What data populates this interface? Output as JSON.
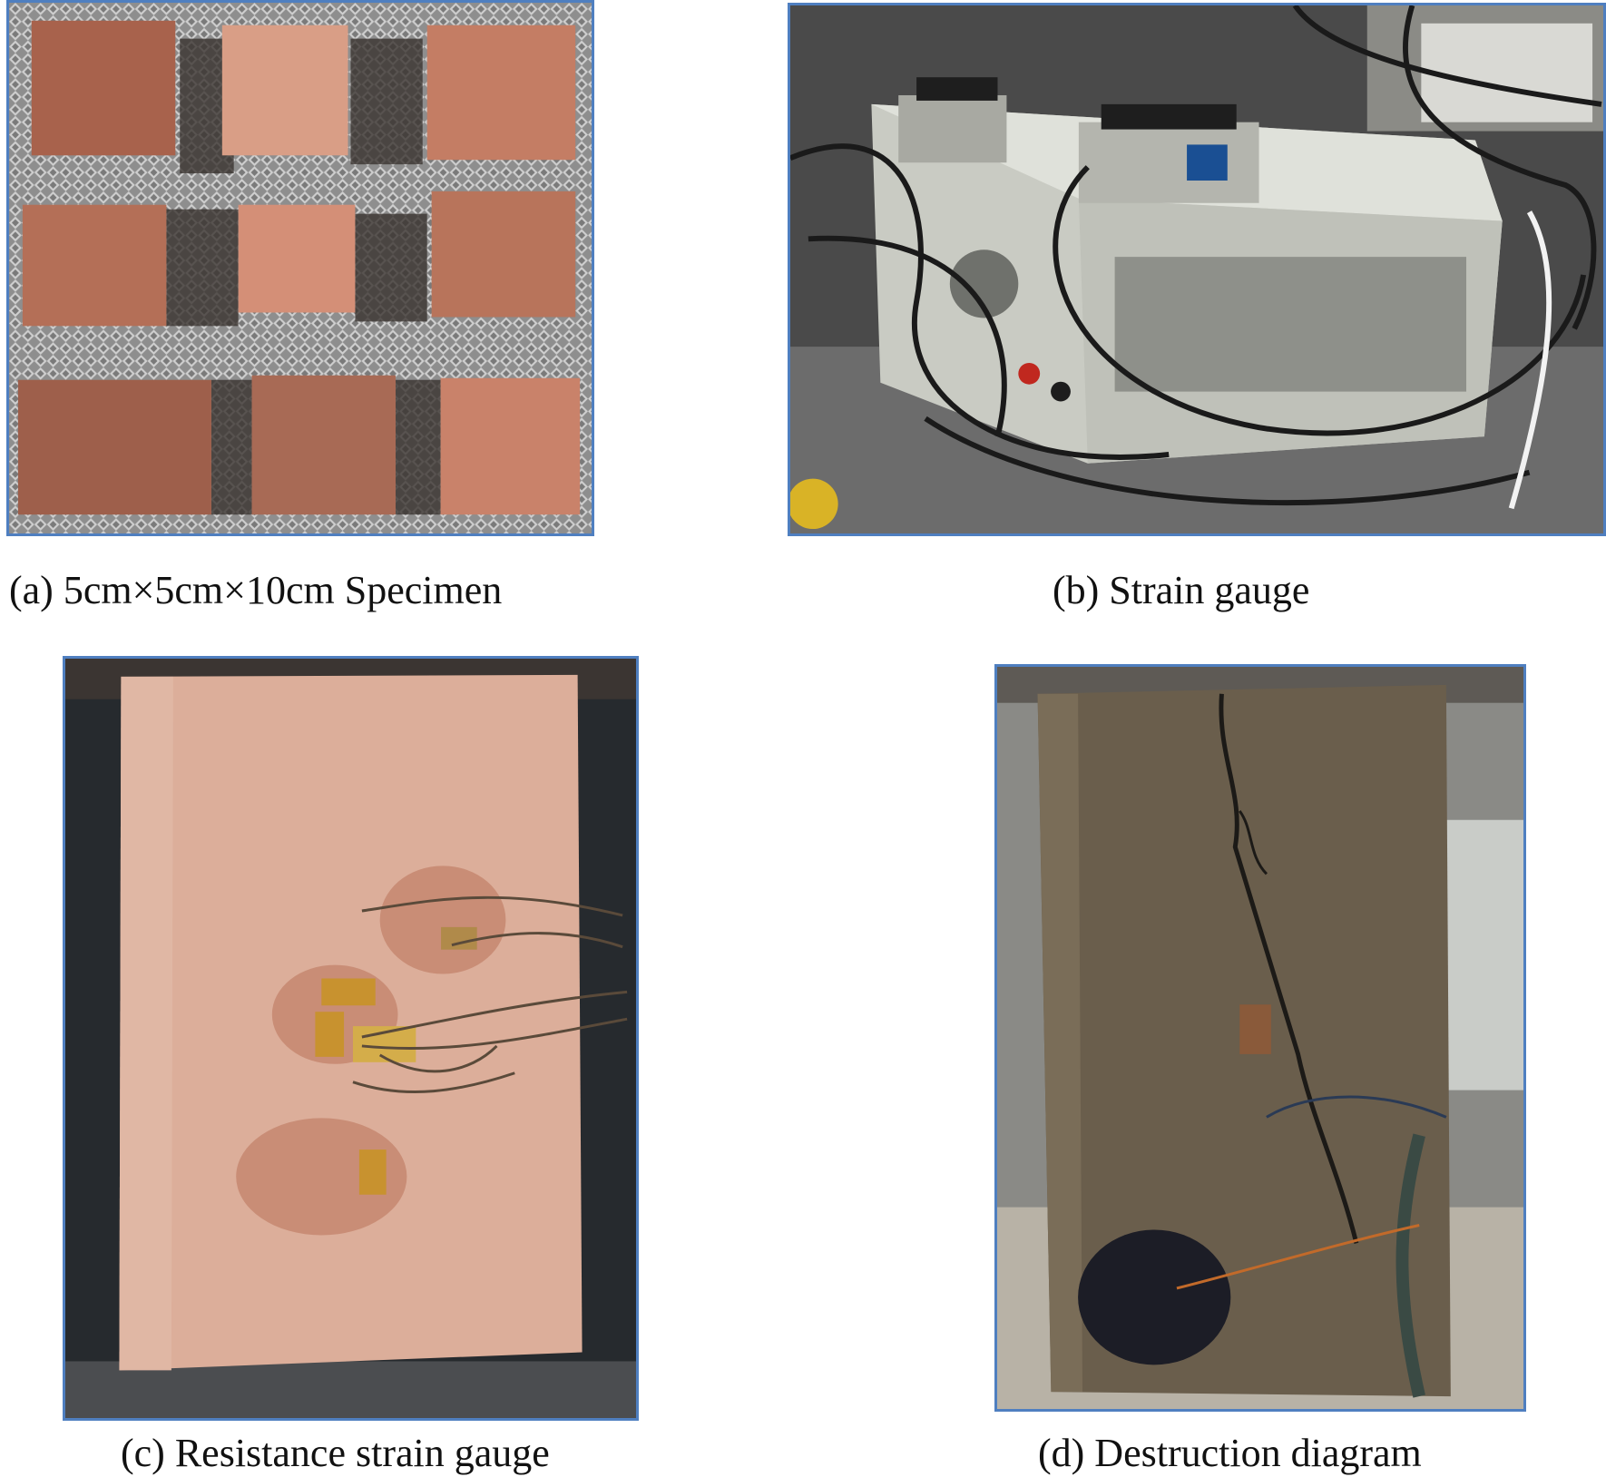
{
  "figure": {
    "panels": [
      {
        "id": "a",
        "caption": "(a) 5cm×5cm×10cm Specimen"
      },
      {
        "id": "b",
        "caption": "(b) Strain gauge"
      },
      {
        "id": "c",
        "caption": "(c) Resistance strain gauge"
      },
      {
        "id": "d",
        "caption": "(d) Destruction diagram"
      }
    ],
    "colors": {
      "panel_border": "#4f7fc0",
      "brick": "#b8715a",
      "sandstone": "#dcae9a",
      "damaged_stone": "#6a5e4c"
    }
  }
}
